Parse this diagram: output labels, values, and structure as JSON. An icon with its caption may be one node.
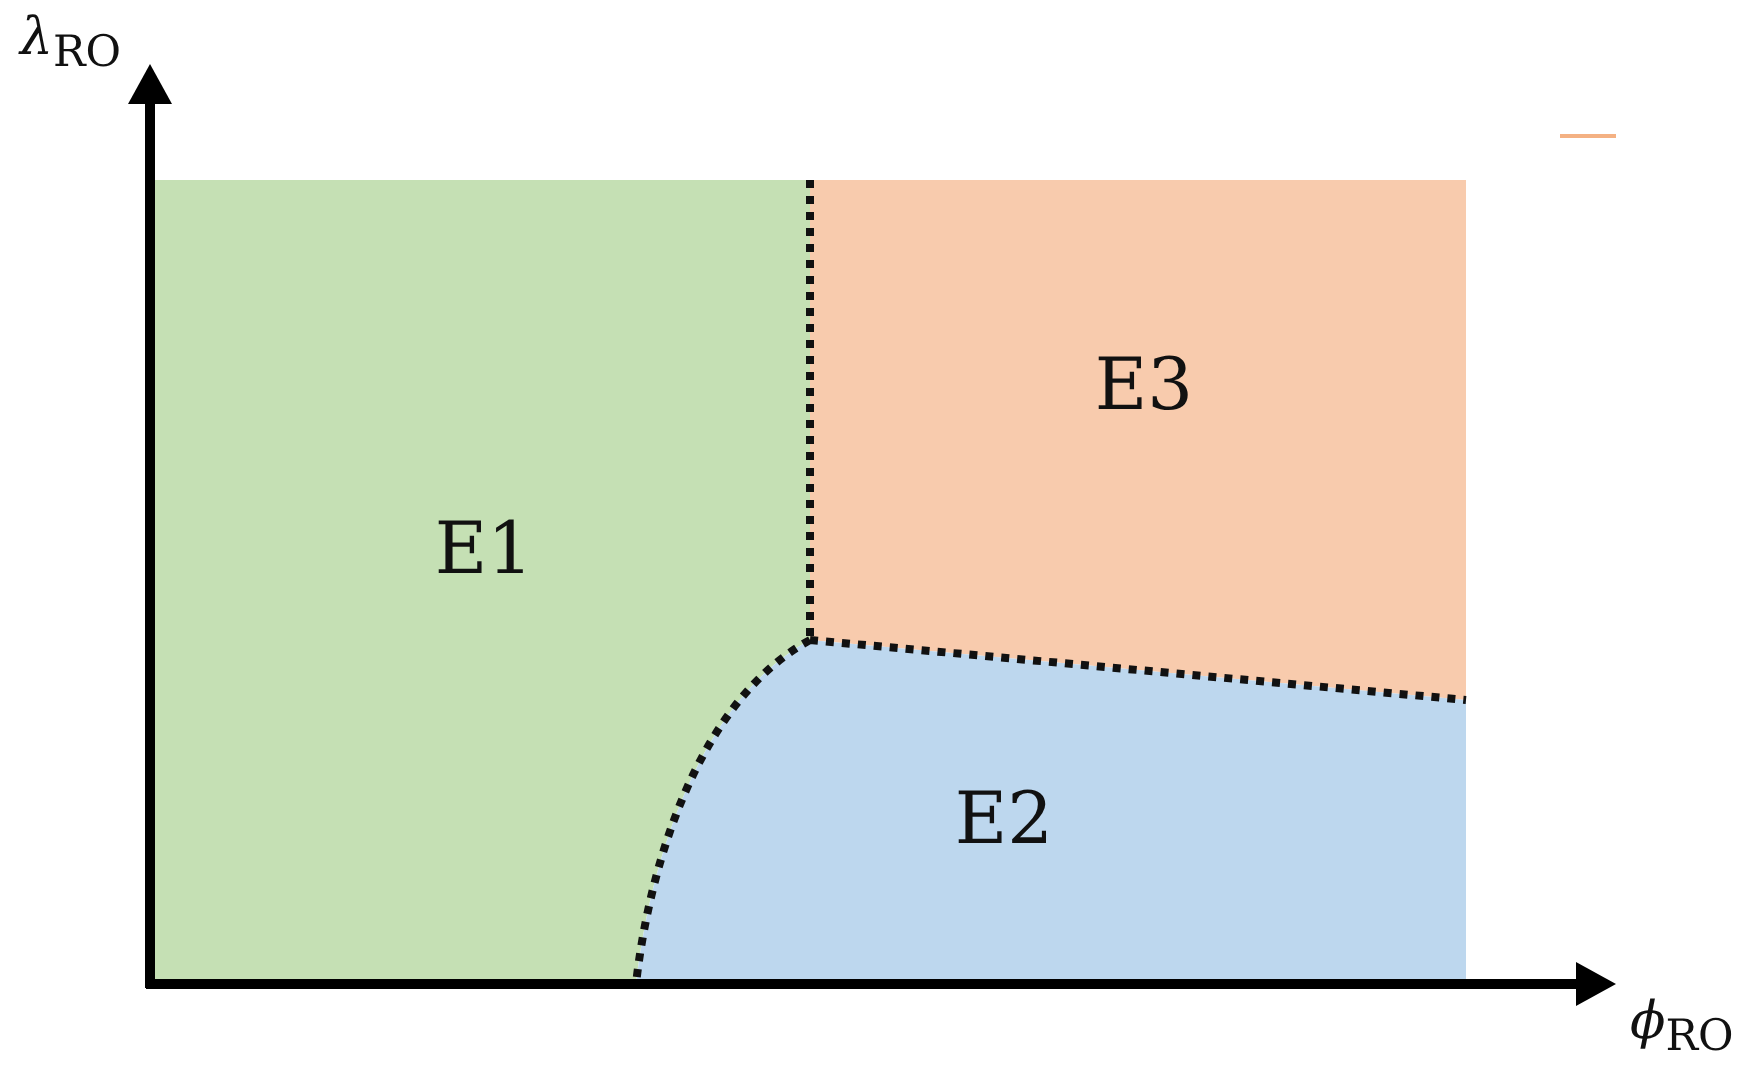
{
  "diagram": {
    "nodes": [
      {
        "text": [
          "E1"
        ]
      },
      {
        "text": [
          "E3"
        ]
      },
      {
        "text": [
          "E2"
        ]
      }
    ],
    "labels": [
      "*λ*$_{RO}$",
      "*ϕ*$_{RO}$"
    ]
  }
}
